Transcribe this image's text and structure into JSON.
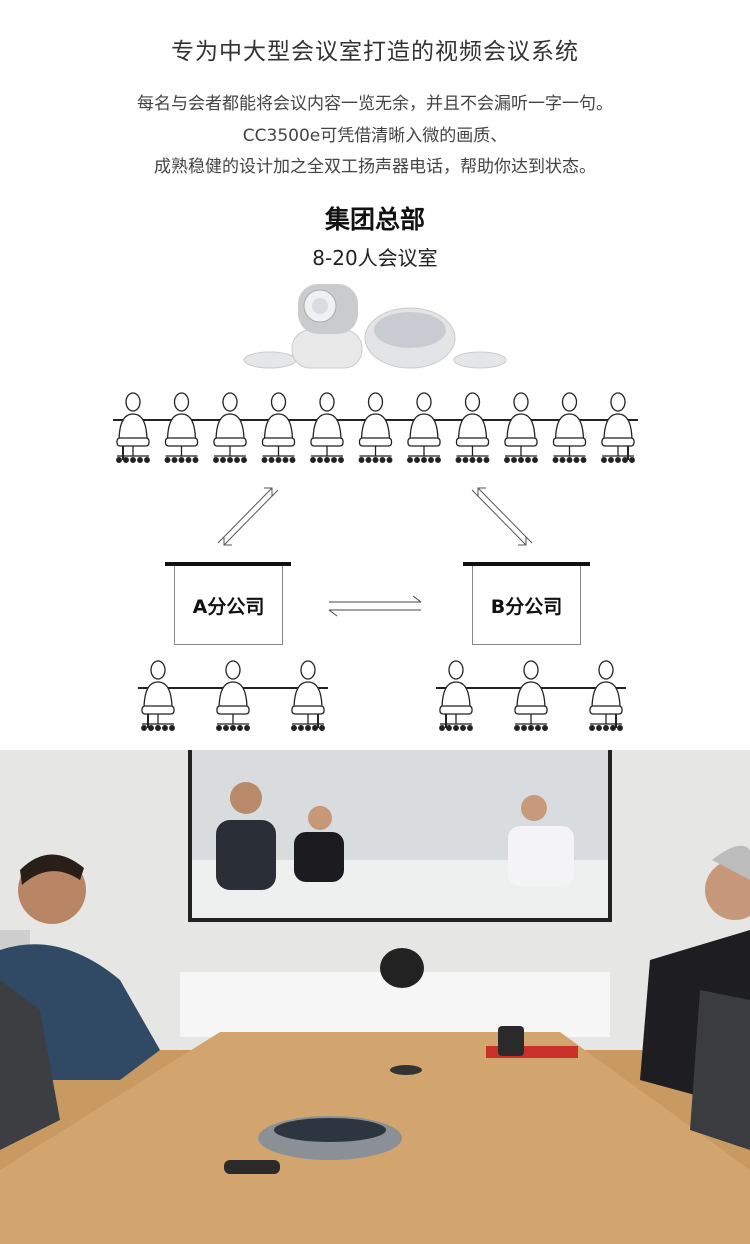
{
  "header": {
    "title": "专为中大型会议室打造的视频会议系统",
    "description": [
      "每名与会者都能将会议内容一览无余，并且不会漏听一字一句。",
      "CC3500e可凭借清晰入微的画质、",
      "成熟稳健的设计加之全双工扬声器电话，帮助你达到状态。"
    ]
  },
  "diagram": {
    "hq_title": "集团总部",
    "hq_subtitle": "8-20人会议室",
    "branch_a": "A分公司",
    "branch_b": "B分公司"
  }
}
